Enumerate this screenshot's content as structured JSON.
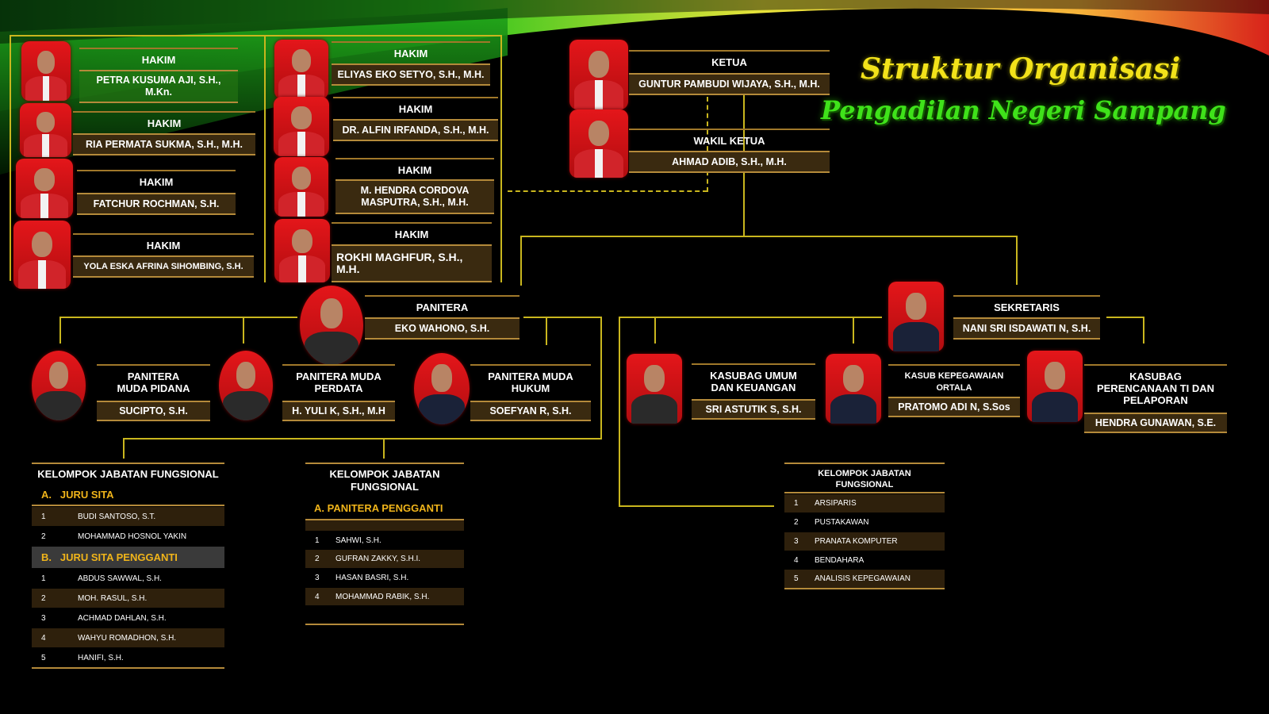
{
  "title": {
    "line1": "Struktur Organisasi",
    "line2": "Pengadilan Negeri Sampang"
  },
  "colors": {
    "line": "#c9b61e",
    "box": "#3a2a10",
    "accent_yellow": "#f0b41a",
    "title_yellow": "#f2e21a",
    "title_green": "#3fe21a"
  },
  "leadership": {
    "ketua": {
      "title": "KETUA",
      "name": "GUNTUR PAMBUDI WIJAYA, S.H., M.H."
    },
    "wakil": {
      "title": "WAKIL KETUA",
      "name": "AHMAD ADIB, S.H., M.H."
    }
  },
  "hakim": [
    {
      "title": "HAKIM",
      "name": "PETRA KUSUMA AJI, S.H., M.Kn."
    },
    {
      "title": "HAKIM",
      "name": "RIA PERMATA SUKMA, S.H., M.H."
    },
    {
      "title": "HAKIM",
      "name": "FATCHUR ROCHMAN, S.H."
    },
    {
      "title": "HAKIM",
      "name": "YOLA ESKA AFRINA SIHOMBING, S.H."
    },
    {
      "title": "HAKIM",
      "name": "ELIYAS EKO  SETYO, S.H., M.H."
    },
    {
      "title": "HAKIM",
      "name": "DR. ALFIN IRFANDA, S.H., M.H."
    },
    {
      "title": "HAKIM",
      "name": "M. HENDRA CORDOVA MASPUTRA, S.H., M.H."
    },
    {
      "title": "HAKIM",
      "name": "ROKHI MAGHFUR, S.H., M.H."
    }
  ],
  "panitera": {
    "title": "PANITERA",
    "name": "EKO WAHONO, S.H."
  },
  "panitera_muda": [
    {
      "title": "PANITERA MUDA PIDANA",
      "name": "SUCIPTO, S.H."
    },
    {
      "title": "PANITERA MUDA PERDATA",
      "name": "H. YULI K, S.H., M.H"
    },
    {
      "title": "PANITERA MUDA HUKUM",
      "name": "SOEFYAN R, S.H."
    }
  ],
  "sekretaris": {
    "title": "SEKRETARIS",
    "name": "NANI SRI ISDAWATI N, S.H."
  },
  "kasubag": [
    {
      "title": "KASUBAG  UMUM DAN KEUANGAN",
      "name": "SRI ASTUTIK S, S.H."
    },
    {
      "title": "KASUB KEPEGAWAIAN ORTALA",
      "name": "PRATOMO ADI N, S.Sos"
    },
    {
      "title": "KASUBAG PERENCANAAN TI DAN PELAPORAN",
      "name": "HENDRA GUNAWAN, S.E."
    }
  ],
  "table_juru_sita": {
    "header": "KELOMPOK JABATAN FUNGSIONAL",
    "section_a": "A.   JURU SITA",
    "a_rows": [
      {
        "no": "1",
        "name": "BUDI SANTOSO, S.T."
      },
      {
        "no": "2",
        "name": "MOHAMMAD HOSNOL YAKIN"
      }
    ],
    "section_b": "B.   JURU SITA PENGGANTI",
    "b_rows": [
      {
        "no": "1",
        "name": "ABDUS SAWWAL, S.H."
      },
      {
        "no": "2",
        "name": "MOH. RASUL, S.H."
      },
      {
        "no": "3",
        "name": "ACHMAD DAHLAN, S.H."
      },
      {
        "no": "4",
        "name": "WAHYU ROMADHON, S.H."
      },
      {
        "no": "5",
        "name": "HANIFI, S.H."
      }
    ]
  },
  "table_panitera_pengganti": {
    "header": "KELOMPOK JABATAN FUNGSIONAL",
    "section_a": "A. PANITERA PENGGANTI",
    "rows": [
      {
        "no": "1",
        "name": "SAHWI, S.H."
      },
      {
        "no": "2",
        "name": "GUFRAN ZAKKY, S.H.I."
      },
      {
        "no": "3",
        "name": "HASAN BASRI, S.H."
      },
      {
        "no": "4",
        "name": "MOHAMMAD RABIK, S.H."
      }
    ]
  },
  "table_sekretariat": {
    "header": "KELOMPOK JABATAN FUNGSIONAL",
    "rows": [
      {
        "no": "1",
        "name": "ARSIPARIS"
      },
      {
        "no": "2",
        "name": "PUSTAKAWAN"
      },
      {
        "no": "3",
        "name": "PRANATA KOMPUTER"
      },
      {
        "no": "4",
        "name": "BENDAHARA"
      },
      {
        "no": "5",
        "name": "ANALISIS KEPEGAWAIAN"
      }
    ]
  }
}
